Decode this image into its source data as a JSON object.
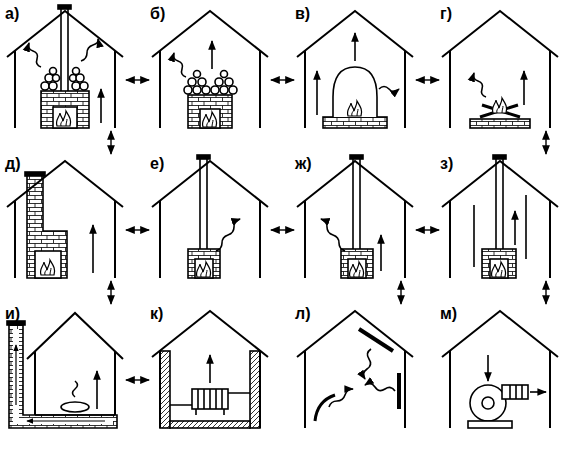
{
  "diagram": {
    "nodes": [
      {
        "text": [
          "а)"
        ]
      },
      {
        "text": [
          "б)"
        ]
      },
      {
        "text": [
          "в)"
        ]
      },
      {
        "text": [
          "г)"
        ]
      },
      {
        "text": [
          "д)"
        ]
      },
      {
        "text": [
          "е)"
        ]
      },
      {
        "text": [
          "ж)"
        ]
      },
      {
        "text": [
          "з)"
        ]
      },
      {
        "text": [
          "и)"
        ]
      },
      {
        "text": [
          "к)"
        ]
      },
      {
        "text": [
          "л)"
        ]
      },
      {
        "text": [
          "м)"
        ]
      }
    ],
    "edges": [
      {
        "from": 0,
        "to": 1,
        "arrow": "both"
      },
      {
        "from": 1,
        "to": 2,
        "arrow": "both"
      },
      {
        "from": 2,
        "to": 3,
        "arrow": "both"
      },
      {
        "from": 0,
        "to": 4,
        "arrow": "both"
      },
      {
        "from": 3,
        "to": 7,
        "arrow": "both"
      },
      {
        "from": 4,
        "to": 5,
        "arrow": "both"
      },
      {
        "from": 5,
        "to": 6,
        "arrow": "both"
      },
      {
        "from": 6,
        "to": 7,
        "arrow": "both"
      },
      {
        "from": 4,
        "to": 8,
        "arrow": "both"
      },
      {
        "from": 6,
        "to": 10,
        "arrow": "both"
      },
      {
        "from": 7,
        "to": 11,
        "arrow": "both"
      },
      {
        "from": 8,
        "to": 9,
        "arrow": "both"
      }
    ]
  }
}
